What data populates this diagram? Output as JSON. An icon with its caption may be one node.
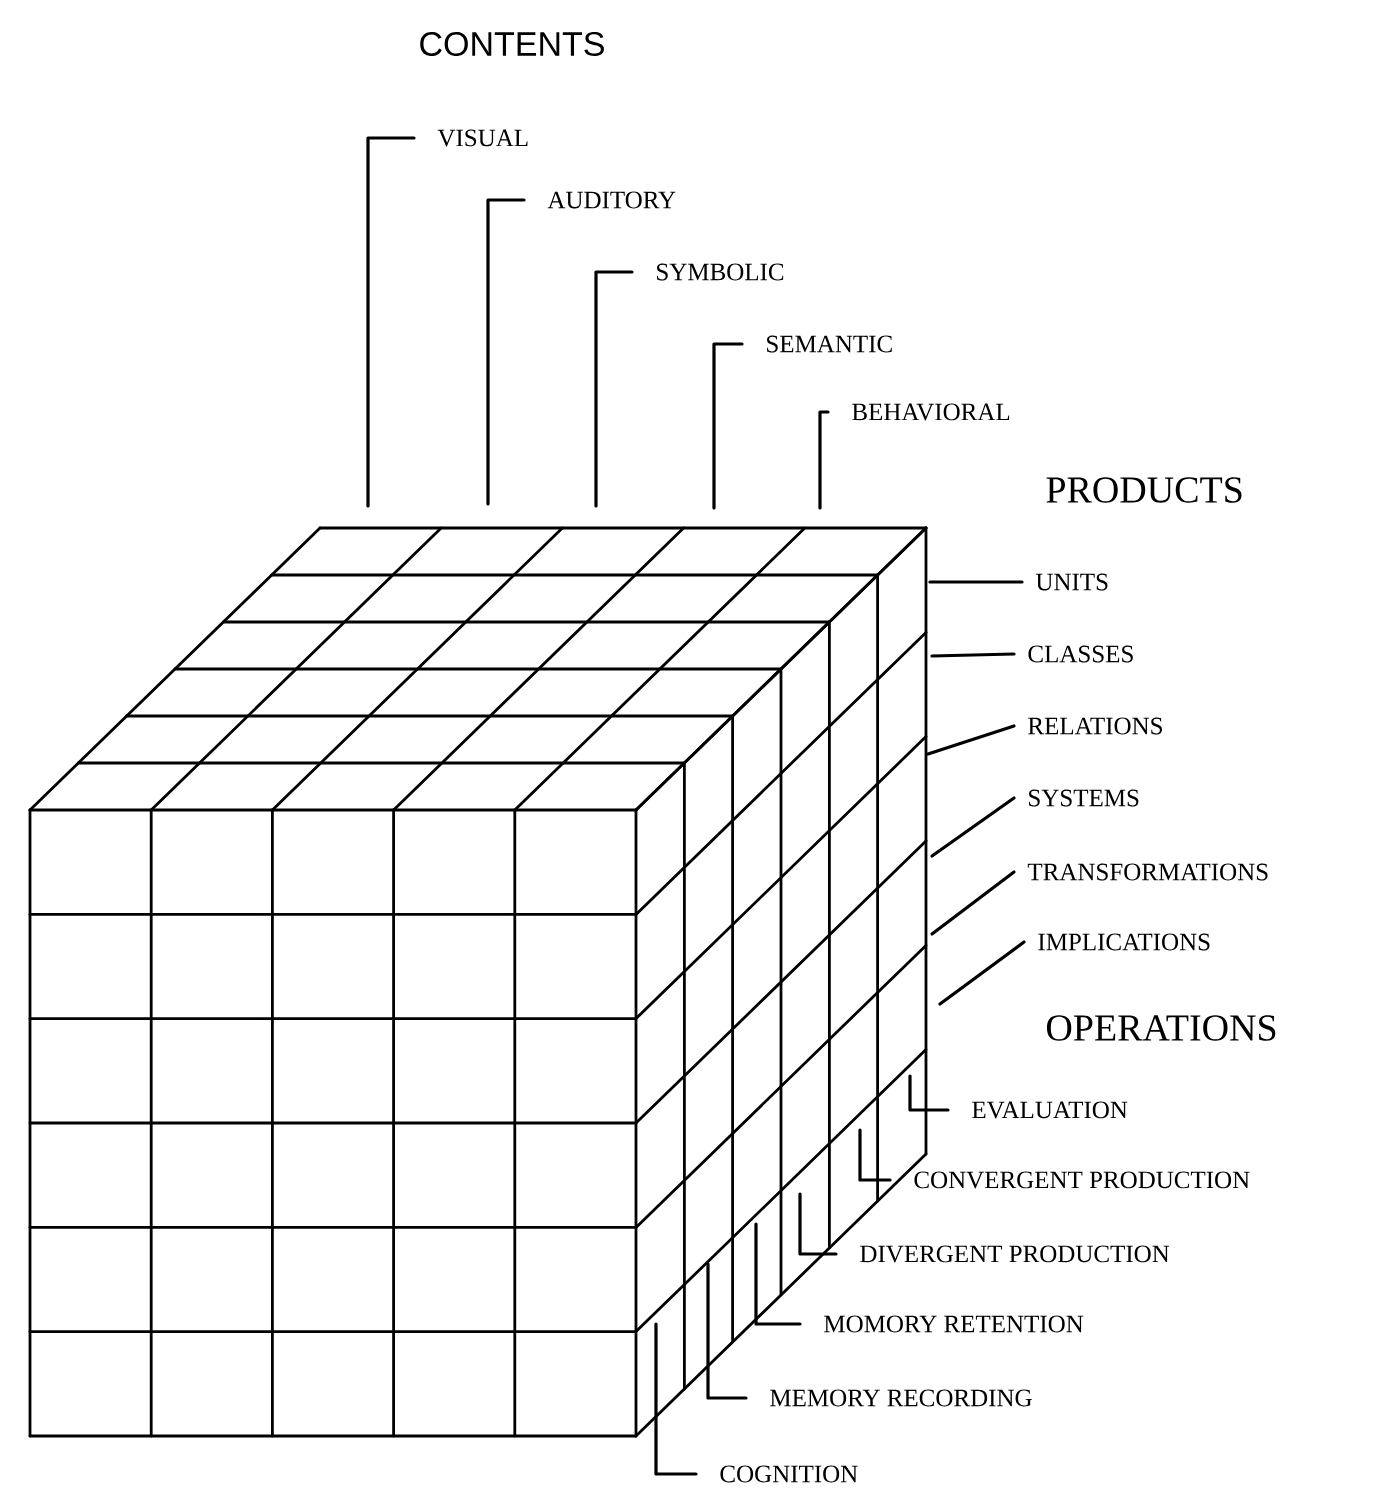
{
  "diagram": {
    "nodes": [
      {
        "text": [
          "VISUAL"
        ]
      },
      {
        "text": [
          "AUDITORY"
        ]
      },
      {
        "text": [
          "SYMBOLIC"
        ]
      },
      {
        "text": [
          "SEMANTIC"
        ]
      },
      {
        "text": [
          "BEHAVIORAL"
        ]
      },
      {
        "text": [
          "UNITS"
        ]
      },
      {
        "text": [
          "CLASSES"
        ]
      },
      {
        "text": [
          "RELATIONS"
        ]
      },
      {
        "text": [
          "SYSTEMS"
        ]
      },
      {
        "text": [
          "TRANSFORMATIONS"
        ]
      },
      {
        "text": [
          "IMPLICATIONS"
        ]
      },
      {
        "text": [
          "EVALUATION"
        ]
      },
      {
        "text": [
          "CONVERGENT PRODUCTION"
        ]
      },
      {
        "text": [
          "DIVERGENT PRODUCTION"
        ]
      },
      {
        "text": [
          "MOMORY RETENTION"
        ]
      },
      {
        "text": [
          "MEMORY RECORDING"
        ]
      },
      {
        "text": [
          "COGNITION"
        ]
      }
    ],
    "edges": [
      {
        "from": 0,
        "to": null,
        "arrow": "none"
      },
      {
        "from": 1,
        "to": null,
        "arrow": "none"
      },
      {
        "from": 2,
        "to": null,
        "arrow": "none"
      },
      {
        "from": 3,
        "to": null,
        "arrow": "none"
      },
      {
        "from": 4,
        "to": null,
        "arrow": "none"
      },
      {
        "from": 5,
        "to": null,
        "arrow": "none"
      },
      {
        "from": 6,
        "to": null,
        "arrow": "none"
      },
      {
        "from": 7,
        "to": null,
        "arrow": "none"
      },
      {
        "from": 8,
        "to": null,
        "arrow": "none"
      },
      {
        "from": 9,
        "to": null,
        "arrow": "none"
      },
      {
        "from": 10,
        "to": null,
        "arrow": "none"
      },
      {
        "from": 11,
        "to": null,
        "arrow": "none"
      },
      {
        "from": 12,
        "to": null,
        "arrow": "none"
      },
      {
        "from": 13,
        "to": null,
        "arrow": "none"
      },
      {
        "from": 14,
        "to": null,
        "arrow": "none"
      },
      {
        "from": 15,
        "to": null,
        "arrow": "none"
      },
      {
        "from": 16,
        "to": null,
        "arrow": "none"
      }
    ],
    "labels": [
      "CONTENTS",
      "PRODUCTS",
      "OPERATIONS"
    ]
  }
}
